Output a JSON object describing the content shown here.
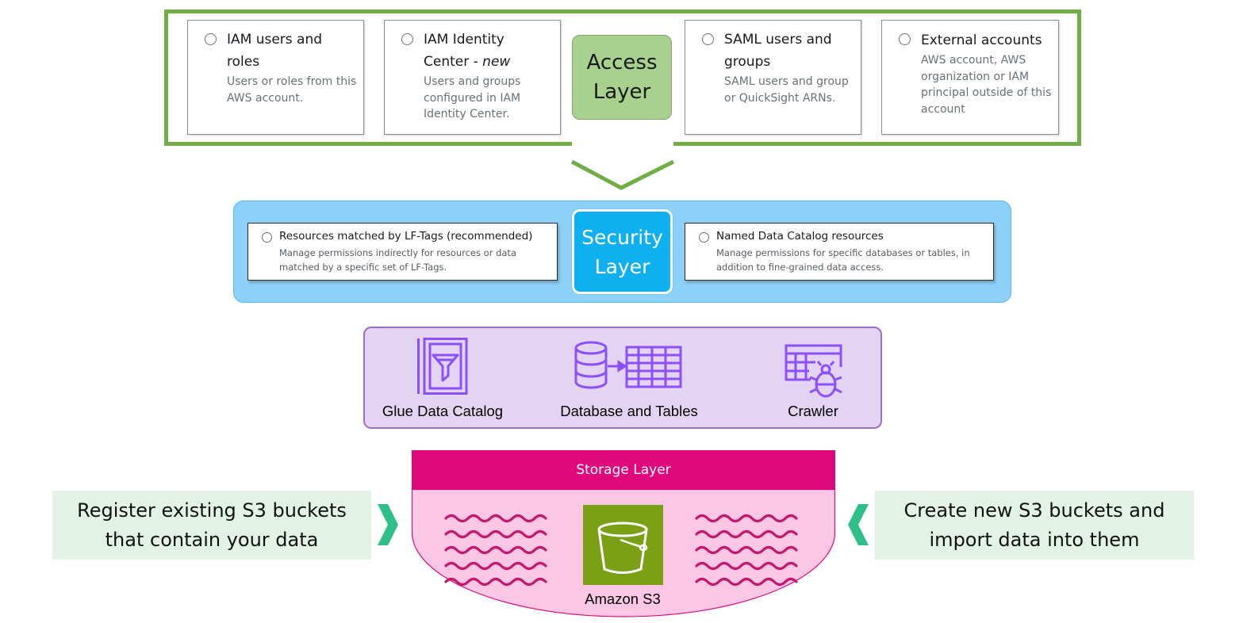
{
  "access_layer": {
    "badge_line1": "Access",
    "badge_line2": "Layer",
    "options": [
      {
        "title": "IAM users and roles",
        "desc": "Users or roles from this AWS account."
      },
      {
        "title_main": "IAM Identity Center - ",
        "title_em": "new",
        "desc": "Users and groups configured in IAM Identity Center."
      },
      {
        "title": "SAML users and groups",
        "desc": "SAML users and group or QuickSight ARNs."
      },
      {
        "title": "External accounts",
        "desc": "AWS account, AWS organization or IAM principal outside of this account"
      }
    ]
  },
  "security_layer": {
    "badge_line1": "Security",
    "badge_line2": "Layer",
    "options": [
      {
        "title": "Resources matched by LF-Tags (recommended)",
        "desc": "Manage permissions indirectly for resources or data matched by a specific set of LF-Tags."
      },
      {
        "title": "Named Data Catalog resources",
        "desc": "Manage permissions for specific databases or tables, in addition to fine-grained data access."
      }
    ]
  },
  "catalog_layer": {
    "items": [
      {
        "label": "Glue Data Catalog",
        "icon": "glue-data-catalog-icon"
      },
      {
        "label": "Database and Tables",
        "icon": "database-tables-icon"
      },
      {
        "label": "Crawler",
        "icon": "crawler-icon"
      }
    ]
  },
  "storage_layer": {
    "header": "Storage Layer",
    "s3_label": "Amazon S3",
    "s3_icon": "s3-bucket-icon"
  },
  "notes": {
    "left_line1": "Register existing S3 buckets",
    "left_line2": "that contain your data",
    "right_line1": "Create new S3 buckets and",
    "right_line2": "import data into them"
  },
  "colors": {
    "access_border": "#70ad47",
    "access_badge": "#a9d18e",
    "security_bg": "#8dd1f9",
    "security_badge": "#0fb0f0",
    "catalog_bg": "#e2d4f2",
    "catalog_icon": "#8c4fff",
    "storage_header": "#e0097c",
    "storage_bowl": "#fbc7e4",
    "s3_tile": "#7aa116",
    "note_bg": "#e2f3e6",
    "note_chevron": "#2fbf8a"
  }
}
